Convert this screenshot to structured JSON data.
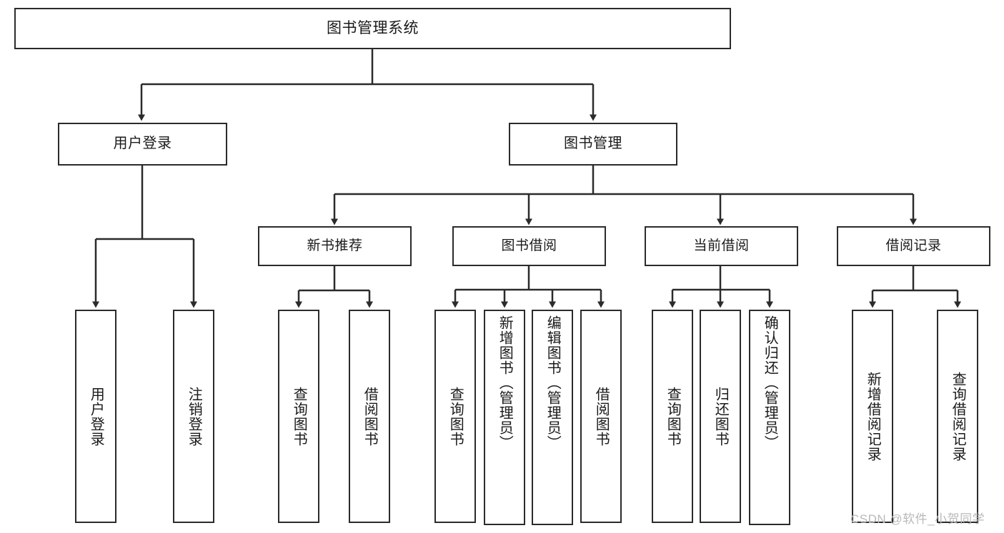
{
  "diagram": {
    "title": "图书管理系统",
    "type": "hierarchy-tree",
    "watermark": "CSDN @软件_小贺同学",
    "colors": {
      "box_border": "#2b2b2b",
      "box_fill": "#ffffff",
      "edge": "#2b2b2b",
      "text": "#1a1a1a",
      "watermark": "#b9b9b9"
    },
    "nodes": {
      "root": {
        "label": "图书管理系统"
      },
      "level2": [
        {
          "id": "user-login",
          "label": "用户登录"
        },
        {
          "id": "book-manage",
          "label": "图书管理"
        }
      ],
      "level3": [
        {
          "id": "new-book-recommend",
          "label": "新书推荐"
        },
        {
          "id": "book-borrow",
          "label": "图书借阅"
        },
        {
          "id": "current-borrow",
          "label": "当前借阅"
        },
        {
          "id": "borrow-record",
          "label": "借阅记录"
        }
      ],
      "leaves": {
        "user-login": [
          {
            "id": "leaf-user-login",
            "label": "用户登录"
          },
          {
            "id": "leaf-logout",
            "label": "注销登录"
          }
        ],
        "new-book-recommend": [
          {
            "id": "leaf-query-book-1",
            "label": "查询图书"
          },
          {
            "id": "leaf-borrow-book-1",
            "label": "借阅图书"
          }
        ],
        "book-borrow": [
          {
            "id": "leaf-query-book-2",
            "label": "查询图书"
          },
          {
            "id": "leaf-add-book",
            "label": "新增图书（管理员）"
          },
          {
            "id": "leaf-edit-book",
            "label": "编辑图书（管理员）"
          },
          {
            "id": "leaf-borrow-book-2",
            "label": "借阅图书"
          }
        ],
        "current-borrow": [
          {
            "id": "leaf-query-book-3",
            "label": "查询图书"
          },
          {
            "id": "leaf-return-book",
            "label": "归还图书"
          },
          {
            "id": "leaf-confirm-return",
            "label": "确认归还（管理员）"
          }
        ],
        "borrow-record": [
          {
            "id": "leaf-add-record",
            "label": "新增借阅记录"
          },
          {
            "id": "leaf-query-record",
            "label": "查询借阅记录"
          }
        ]
      }
    }
  }
}
